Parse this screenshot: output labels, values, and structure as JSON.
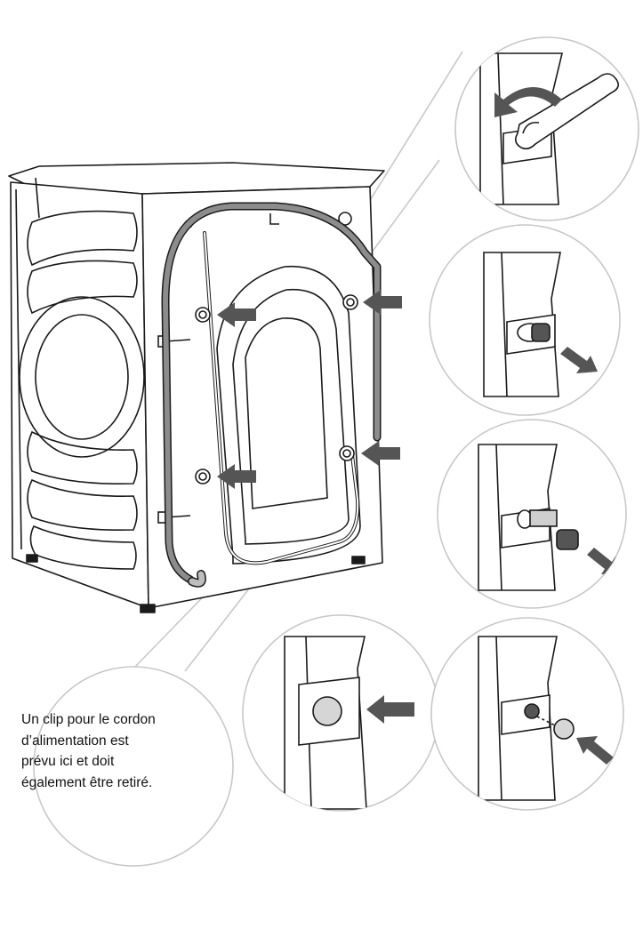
{
  "callout": {
    "lines": [
      "Un clip pour le cordon",
      "d’alimentation est",
      "prévu ici et doit",
      "également être retiré."
    ]
  },
  "colors": {
    "outline": "#1a1a1a",
    "arrow": "#555555",
    "hose": "#8c8c8c",
    "hose_inner": "#bdbdbd",
    "bubble": "#c8c8c8",
    "plug": "#d6d6d6"
  },
  "icons": {
    "washing-machine": "rear view of washing machine",
    "wrench": "open-end wrench",
    "rotate-arrow": "curved counter-clockwise arrow",
    "push-arrow": "block arrow"
  }
}
